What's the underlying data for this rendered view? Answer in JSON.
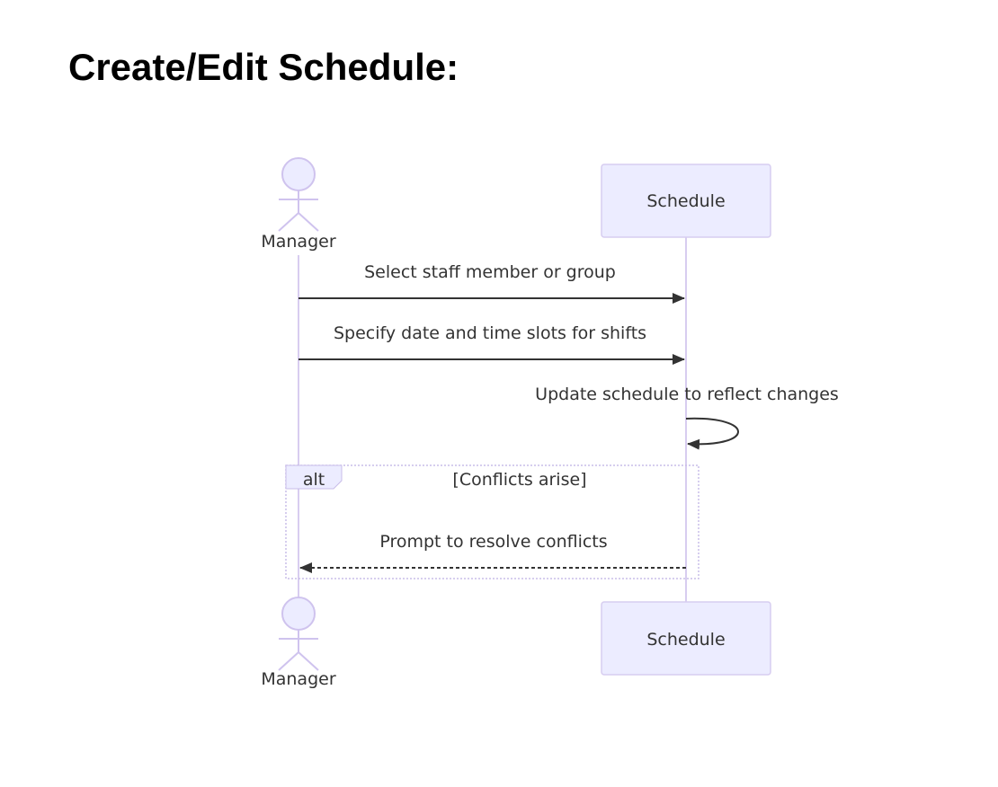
{
  "title": "Create/Edit Schedule:",
  "participants": {
    "actor": "Manager",
    "system": "Schedule"
  },
  "messages": [
    {
      "from": "Manager",
      "to": "Schedule",
      "text": "Select staff member or group",
      "style": "solid"
    },
    {
      "from": "Manager",
      "to": "Schedule",
      "text": "Specify date and time slots for shifts",
      "style": "solid"
    },
    {
      "from": "Schedule",
      "to": "Schedule",
      "text": "Update schedule to reflect changes",
      "style": "solid"
    },
    {
      "from": "Schedule",
      "to": "Manager",
      "text": "Prompt to resolve conflicts",
      "style": "dashed"
    }
  ],
  "fragment": {
    "type": "alt",
    "condition": "[Conflicts arise]"
  },
  "colors": {
    "lifeline": "#d8cdf0",
    "actor_stroke": "#cfc3ee",
    "actor_fill": "#ececff",
    "box_fill": "#ececff",
    "box_stroke": "#d7cdf0",
    "arrow": "#333333",
    "text": "#333333",
    "fragment_border": "#c9bde8"
  }
}
